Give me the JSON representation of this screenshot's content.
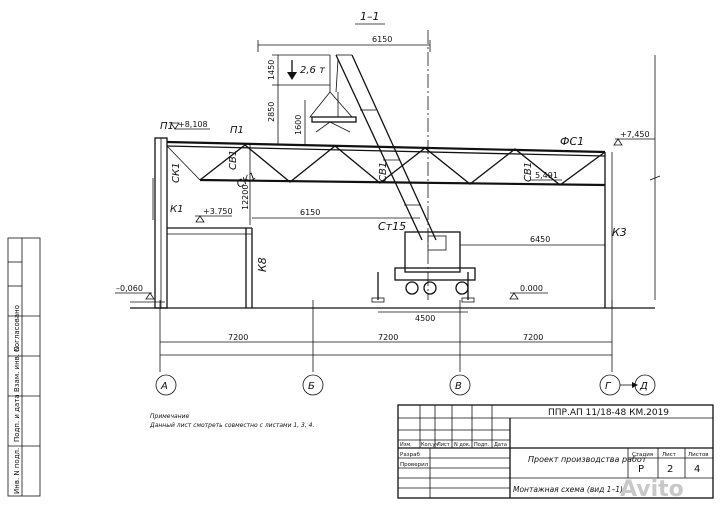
{
  "section_title": "1–1",
  "dimensions": {
    "boom_reach": "6150",
    "h1450": "1450",
    "h2850": "2850",
    "h1600": "1600",
    "h12200": "12200",
    "crane_offset": "6150",
    "outrigger": "4500",
    "crane_to_k3": "6450",
    "span_ab": "7200",
    "span_bv": "7200",
    "span_vg": "7200"
  },
  "load": "2,6 т",
  "levels": {
    "top_left": "+8,108",
    "top_right": "+7,450",
    "mid": "+3.750",
    "ground_left": "–0,060",
    "ground": "0.000",
    "chord": "5,491"
  },
  "labels": {
    "p1_a": "П1",
    "p1_b": "П1",
    "sk1_a": "СК1",
    "sk1_b": "СК1",
    "sv1_a": "СВ1",
    "sv1_b": "СВ1",
    "sv1_c": "СВ1",
    "fs1": "ФС1",
    "k1": "К1",
    "k8": "К8",
    "st15": "Ст15",
    "k3": "К3"
  },
  "axes": [
    "А",
    "Б",
    "В",
    "Г",
    "Д"
  ],
  "notes": {
    "title": "Примечание",
    "text": "Данный лист смотреть совместно с листами 1, 3, 4."
  },
  "side_stamp": [
    "Согласовано",
    "Взам. инв. N",
    "Подп. и дата",
    "Инв. N подл."
  ],
  "title_block": {
    "code": "ППР.АП 11/18-48 КМ.2019",
    "cols": [
      "Изм.",
      "Кол.уч",
      "Лист",
      "N док.",
      "Подп.",
      "Дата"
    ],
    "rows": [
      "Разраб",
      "Проверил"
    ],
    "project": "Проект производства работ",
    "sheet_title": "Монтажная схема (вид 1–1)",
    "stage_label": "Стадия",
    "sheet_label": "Лист",
    "sheets_label": "Листов",
    "stage": "Р",
    "sheet": "2",
    "sheets": "4"
  },
  "watermark": "Avito"
}
